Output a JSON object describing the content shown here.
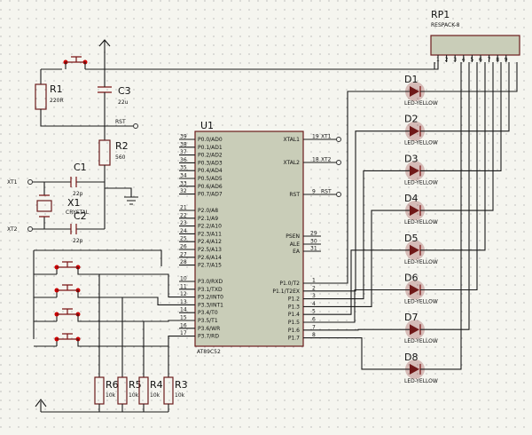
{
  "schematic": {
    "mcu": {
      "ref": "U1",
      "part": "AT89C52",
      "left_pins": [
        {
          "num": "39",
          "name": "P0.0/AD0"
        },
        {
          "num": "38",
          "name": "P0.1/AD1"
        },
        {
          "num": "37",
          "name": "P0.2/AD2"
        },
        {
          "num": "36",
          "name": "P0.3/AD3"
        },
        {
          "num": "35",
          "name": "P0.4/AD4"
        },
        {
          "num": "34",
          "name": "P0.5/AD5"
        },
        {
          "num": "33",
          "name": "P0.6/AD6"
        },
        {
          "num": "32",
          "name": "P0.7/AD7"
        },
        {
          "num": "21",
          "name": "P2.0/A8"
        },
        {
          "num": "22",
          "name": "P2.1/A9"
        },
        {
          "num": "23",
          "name": "P2.2/A10"
        },
        {
          "num": "24",
          "name": "P2.3/A11"
        },
        {
          "num": "25",
          "name": "P2.4/A12"
        },
        {
          "num": "26",
          "name": "P2.5/A13"
        },
        {
          "num": "27",
          "name": "P2.6/A14"
        },
        {
          "num": "28",
          "name": "P2.7/A15"
        },
        {
          "num": "10",
          "name": "P3.0/RXD"
        },
        {
          "num": "11",
          "name": "P3.1/TXD"
        },
        {
          "num": "12",
          "name": "P3.2/INT0"
        },
        {
          "num": "13",
          "name": "P3.3/INT1"
        },
        {
          "num": "14",
          "name": "P3.4/T0"
        },
        {
          "num": "15",
          "name": "P3.5/T1"
        },
        {
          "num": "16",
          "name": "P3.6/WR"
        },
        {
          "num": "17",
          "name": "P3.7/RD"
        }
      ],
      "right_pins_top": [
        {
          "num": "19",
          "name": "XTAL1",
          "net": "XT1"
        },
        {
          "num": "18",
          "name": "XTAL2",
          "net": "XT2"
        },
        {
          "num": "9",
          "name": "RST",
          "net": "RST"
        }
      ],
      "right_pins_mid": [
        {
          "num": "29",
          "name": "PSEN"
        },
        {
          "num": "30",
          "name": "ALE"
        },
        {
          "num": "31",
          "name": "EA"
        }
      ],
      "right_pins_p1": [
        {
          "num": "1",
          "name": "P1.0/T2"
        },
        {
          "num": "2",
          "name": "P1.1/T2EX"
        },
        {
          "num": "3",
          "name": "P1.2"
        },
        {
          "num": "4",
          "name": "P1.3"
        },
        {
          "num": "5",
          "name": "P1.4"
        },
        {
          "num": "6",
          "name": "P1.5"
        },
        {
          "num": "7",
          "name": "P1.6"
        },
        {
          "num": "8",
          "name": "P1.7"
        }
      ]
    },
    "rpack": {
      "ref": "RP1",
      "part": "RESPACK-8",
      "pins": [
        "1",
        "2",
        "3",
        "4",
        "5",
        "6",
        "7",
        "8",
        "9"
      ]
    },
    "leds": [
      {
        "ref": "D1",
        "part": "LED-YELLOW"
      },
      {
        "ref": "D2",
        "part": "LED-YELLOW"
      },
      {
        "ref": "D3",
        "part": "LED-YELLOW"
      },
      {
        "ref": "D4",
        "part": "LED-YELLOW"
      },
      {
        "ref": "D5",
        "part": "LED-YELLOW"
      },
      {
        "ref": "D6",
        "part": "LED-YELLOW"
      },
      {
        "ref": "D7",
        "part": "LED-YELLOW"
      },
      {
        "ref": "D8",
        "part": "LED-YELLOW"
      }
    ],
    "r1": {
      "ref": "R1",
      "value": "220R"
    },
    "c3": {
      "ref": "C3",
      "value": "22u"
    },
    "r2": {
      "ref": "R2",
      "value": "560"
    },
    "c1": {
      "ref": "C1",
      "value": "22p"
    },
    "c2": {
      "ref": "C2",
      "value": "22p"
    },
    "x1": {
      "ref": "X1",
      "part": "CRYSTAL"
    },
    "nets": {
      "xt1": "XT1",
      "xt2": "XT2",
      "rst": "RST"
    },
    "pulldowns": [
      {
        "ref": "R6",
        "value": "10k"
      },
      {
        "ref": "R5",
        "value": "10k"
      },
      {
        "ref": "R4",
        "value": "10k"
      },
      {
        "ref": "R3",
        "value": "10k"
      }
    ]
  }
}
